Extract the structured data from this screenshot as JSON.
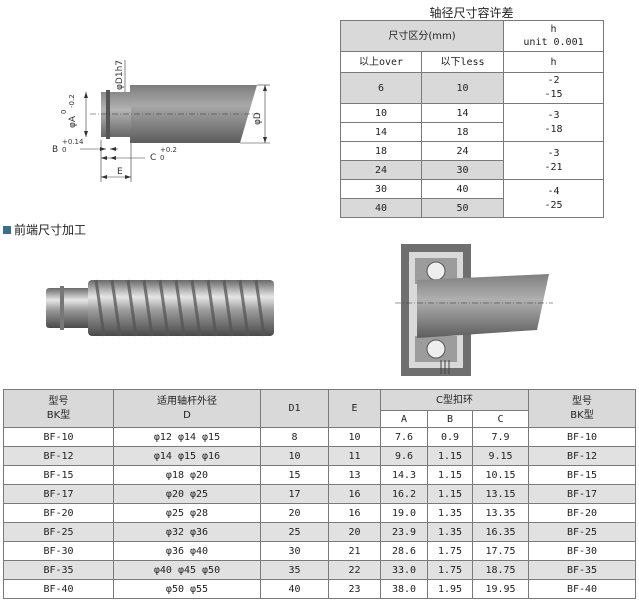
{
  "drawing": {
    "phi_d1": "φD1h7",
    "phi_a": "φA",
    "a_tol_upper": "0",
    "a_tol_lower": "-0.2",
    "b_label": "B",
    "b_tol_upper": "+0.14",
    "b_tol_lower": "0",
    "c_label": "C",
    "c_tol_upper": "+0.2",
    "c_tol_lower": "0",
    "e_label": "E",
    "phi_d": "φD"
  },
  "tolerance_table": {
    "title": "轴径尺寸容许差",
    "range_header": "尺寸区分(mm)",
    "h_header": "h",
    "unit_header": "unit 0.001",
    "over_header": "以上over",
    "less_header": "以下less",
    "h_subheader": "h",
    "rows": [
      {
        "over": "6",
        "less": "10"
      },
      {
        "over": "10",
        "less": "14"
      },
      {
        "over": "14",
        "less": "18"
      },
      {
        "over": "18",
        "less": "24"
      },
      {
        "over": "24",
        "less": "30"
      },
      {
        "over": "30",
        "less": "40"
      },
      {
        "over": "40",
        "less": "50"
      }
    ],
    "tolerances": [
      {
        "upper": "-2",
        "lower": "-15"
      },
      {
        "upper": "-3",
        "lower": "-18"
      },
      {
        "upper": "-3",
        "lower": "-21"
      },
      {
        "upper": "-4",
        "lower": "-25"
      }
    ]
  },
  "section": {
    "label": "前端尺寸加工"
  },
  "bf_table": {
    "model_header": "型号",
    "model_sub": "BK型",
    "shaft_header": "适用轴杆外径",
    "shaft_sub": "D",
    "d1_header": "D1",
    "e_header": "E",
    "ring_header": "C型扣环",
    "a_header": "A",
    "b_header": "B",
    "c_header": "C",
    "model2_header": "型号",
    "model2_sub": "BK型",
    "rows": [
      {
        "model": "BF-10",
        "shaft": "φ12 φ14 φ15",
        "d1": "8",
        "e": "10",
        "a": "7.6",
        "b": "0.9",
        "c": "7.9",
        "bk": "BF-10"
      },
      {
        "model": "BF-12",
        "shaft": "φ14 φ15 φ16",
        "d1": "10",
        "e": "11",
        "a": "9.6",
        "b": "1.15",
        "c": "9.15",
        "bk": "BF-12"
      },
      {
        "model": "BF-15",
        "shaft": "φ18 φ20",
        "d1": "15",
        "e": "13",
        "a": "14.3",
        "b": "1.15",
        "c": "10.15",
        "bk": "BF-15"
      },
      {
        "model": "BF-17",
        "shaft": "φ20 φ25",
        "d1": "17",
        "e": "16",
        "a": "16.2",
        "b": "1.15",
        "c": "13.15",
        "bk": "BF-17"
      },
      {
        "model": "BF-20",
        "shaft": "φ25 φ28",
        "d1": "20",
        "e": "16",
        "a": "19.0",
        "b": "1.35",
        "c": "13.35",
        "bk": "BF-20"
      },
      {
        "model": "BF-25",
        "shaft": "φ32 φ36",
        "d1": "25",
        "e": "20",
        "a": "23.9",
        "b": "1.35",
        "c": "16.35",
        "bk": "BF-25"
      },
      {
        "model": "BF-30",
        "shaft": "φ36 φ40",
        "d1": "30",
        "e": "21",
        "a": "28.6",
        "b": "1.75",
        "c": "17.75",
        "bk": "BF-30"
      },
      {
        "model": "BF-35",
        "shaft": "φ40 φ45 φ50",
        "d1": "35",
        "e": "22",
        "a": "33.0",
        "b": "1.75",
        "c": "18.75",
        "bk": "BF-35"
      },
      {
        "model": "BF-40",
        "shaft": "φ50 φ55",
        "d1": "40",
        "e": "23",
        "a": "38.0",
        "b": "1.95",
        "c": "19.95",
        "bk": "BF-40"
      }
    ]
  }
}
